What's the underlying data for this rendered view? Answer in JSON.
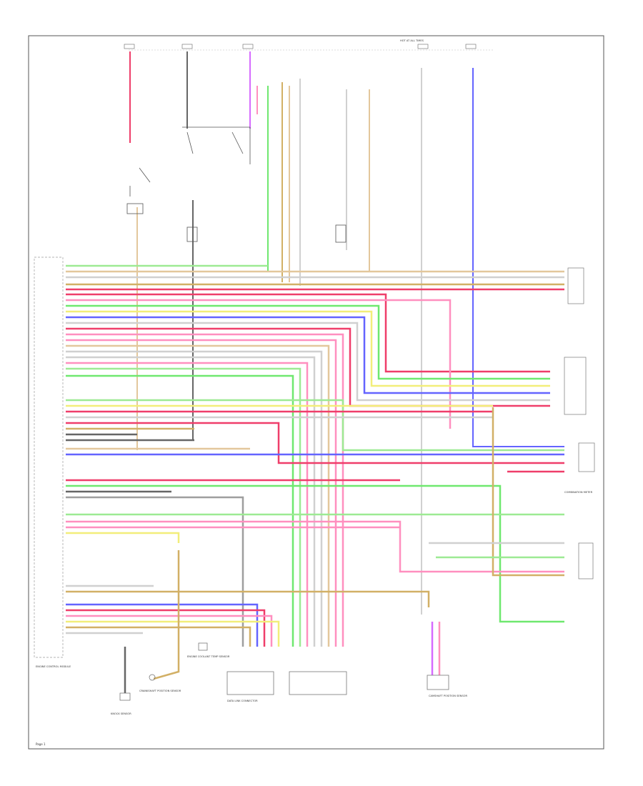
{
  "diagram": {
    "page_number": "Page 1",
    "wire_colors": {
      "GRN": "#6fe86f",
      "LT GRN": "#9dea93",
      "RED": "#ef3e6a",
      "PNK": "#ff8fbf",
      "YEL": "#f2ee7a",
      "BLU": "#6464ff",
      "WHT": "#d0d0d0",
      "TAN": "#e3c79c",
      "BRN": "#d2b066",
      "BLK": "#666666",
      "GRY": "#9e9e9e",
      "VIO": "#d66bff"
    },
    "blocks": {
      "ecm": "ENGINE CONTROL MODULE",
      "dlc": "DATA LINK CONNECTOR",
      "ckp": "CRANKSHAFT POSITION SENSOR",
      "cmp": "CAMSHAFT POSITION SENSOR",
      "knock": "KNOCK SENSOR",
      "ect": "ENGINE COOLANT TEMP SENSOR",
      "comb_meter": "COMBINATION METER",
      "hot_at_all_times": "HOT AT ALL TIMES"
    }
  }
}
